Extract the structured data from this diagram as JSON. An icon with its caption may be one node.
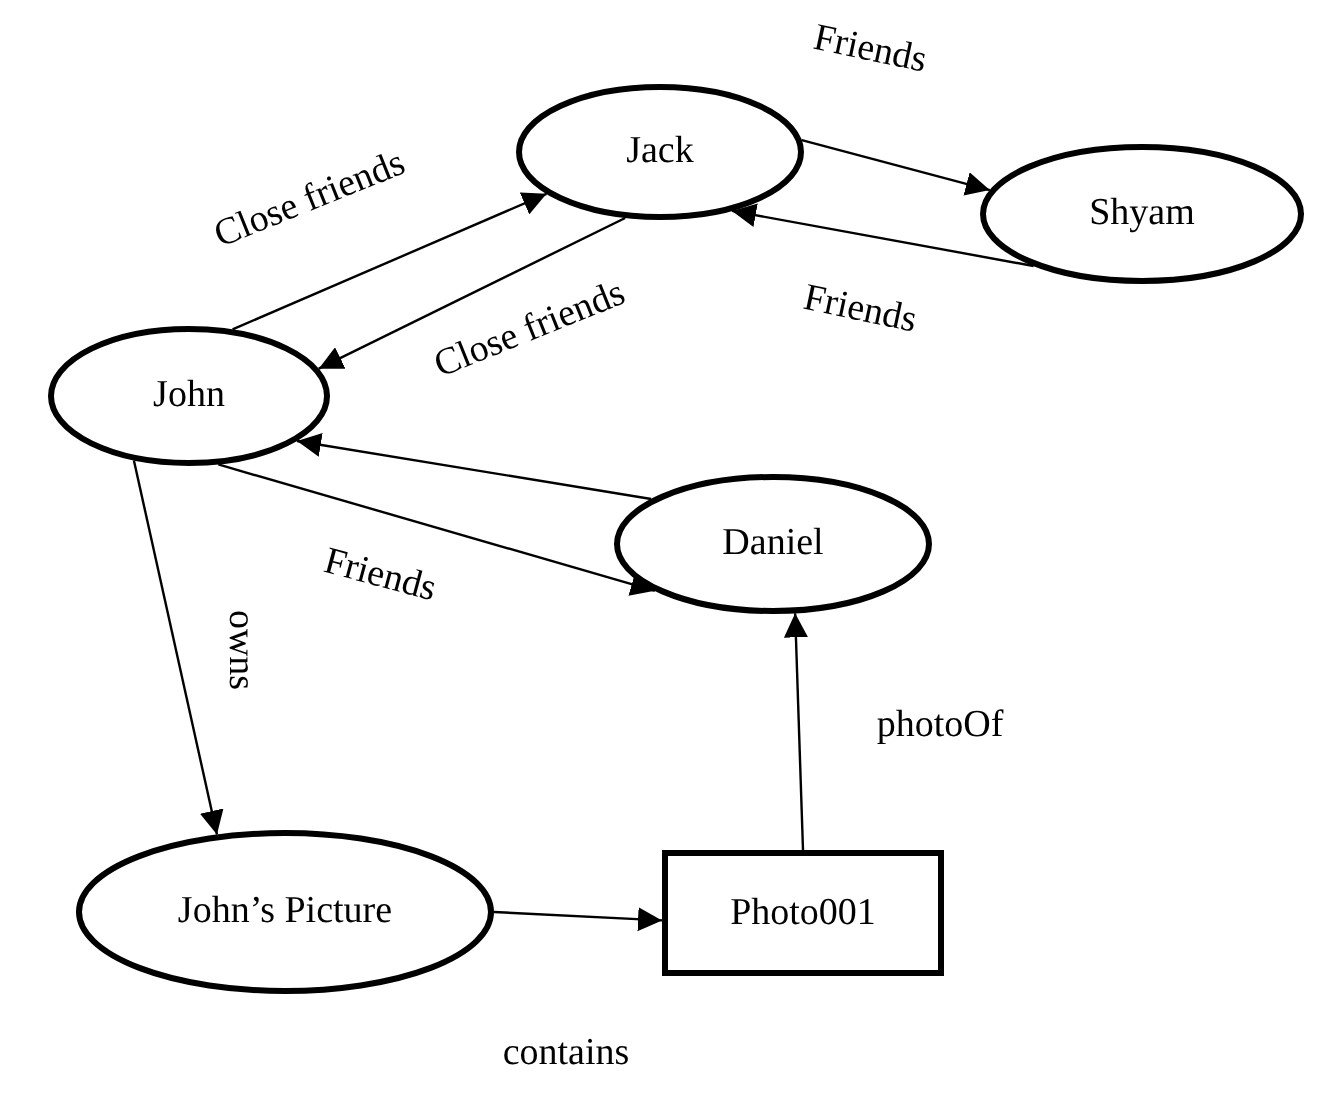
{
  "diagram": {
    "nodes": [
      {
        "text": [
          "Jack"
        ]
      },
      {
        "text": [
          "Shyam"
        ]
      },
      {
        "text": [
          "John"
        ]
      },
      {
        "text": [
          "Daniel"
        ]
      },
      {
        "text": [
          "John’s Picture"
        ]
      },
      {
        "text": [
          "Photo001"
        ]
      }
    ],
    "edges": [
      {
        "from": 2,
        "to": 0,
        "arrow": "to",
        "label": "Close friends"
      },
      {
        "from": 0,
        "to": 2,
        "arrow": "to",
        "label": "Close friends"
      },
      {
        "from": 0,
        "to": 1,
        "arrow": "to",
        "label": "Friends"
      },
      {
        "from": 1,
        "to": 0,
        "arrow": "to",
        "label": "Friends"
      },
      {
        "from": 3,
        "to": 2,
        "arrow": "to"
      },
      {
        "from": 2,
        "to": 3,
        "arrow": "to",
        "label": "Friends"
      },
      {
        "from": 2,
        "to": 4,
        "arrow": "to",
        "label": "owns"
      },
      {
        "from": 4,
        "to": 5,
        "arrow": "to",
        "label": "contains"
      },
      {
        "from": 5,
        "to": 3,
        "arrow": "to",
        "label": "photoOf"
      }
    ]
  }
}
